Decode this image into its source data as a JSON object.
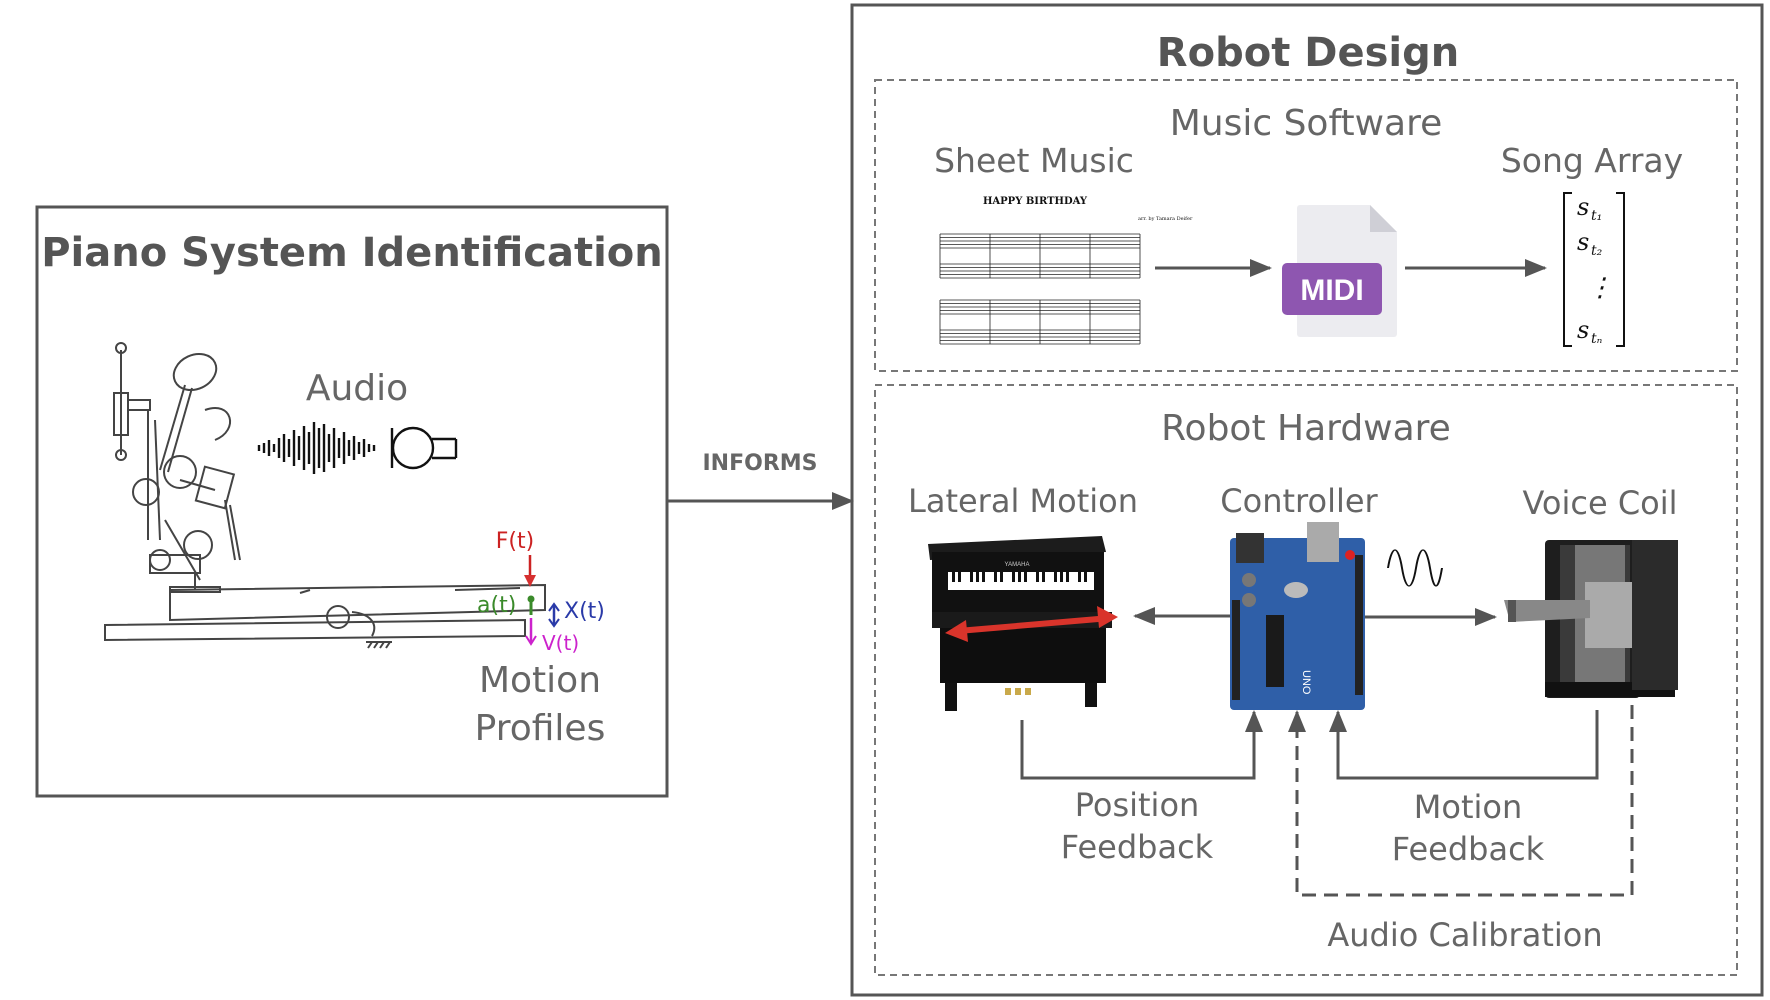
{
  "left_panel": {
    "title": "Piano System Identification",
    "audio_label": "Audio",
    "motion_label_line1": "Motion",
    "motion_label_line2": "Profiles",
    "force_label": "F(t)",
    "accel_label": "a(t)",
    "pos_label": "X(t)",
    "vel_label": "V(t)"
  },
  "connector": {
    "label": "INFORMS"
  },
  "right_panel": {
    "title": "Robot Design",
    "software": {
      "title": "Music Software",
      "sheet_label": "Sheet Music",
      "sheet_title": "HAPPY BIRTHDAY",
      "sheet_credit": "arr. by Tamara Deifer",
      "midi_label": "MIDI",
      "array_label": "Song Array",
      "array_items": [
        "s",
        "s",
        "⋮",
        "s"
      ],
      "array_subs": [
        "t₁",
        "t₂",
        "",
        "tₙ"
      ]
    },
    "hardware": {
      "title": "Robot Hardware",
      "lateral_label": "Lateral Motion",
      "controller_label": "Controller",
      "voicecoil_label": "Voice Coil",
      "position_fb_line1": "Position",
      "position_fb_line2": "Feedback",
      "motion_fb_line1": "Motion",
      "motion_fb_line2": "Feedback",
      "audio_cal_label": "Audio Calibration",
      "board_brand": "UNO"
    }
  },
  "colors": {
    "frame": "#555555",
    "arrow": "#555555",
    "midi_purple": "#8e56b0",
    "force_red": "#cc2222",
    "accel_green": "#3a8a2a",
    "pos_blue": "#2a3aa8",
    "vel_magenta": "#cc22cc",
    "board_blue": "#2f5fa8"
  }
}
